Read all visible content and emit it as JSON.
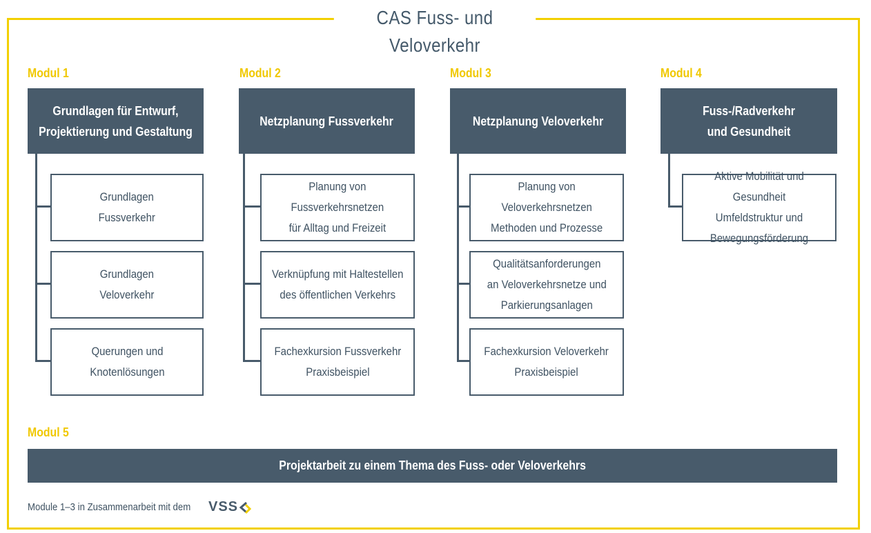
{
  "title": "CAS Fuss- und Veloverkehr",
  "modules": [
    {
      "label": "Modul 1",
      "header": "Grundlagen für Entwurf,\nProjektierung und Gestaltung",
      "items": [
        "Grundlagen\nFussverkehr",
        "Grundlagen\nVeloverkehr",
        "Querungen und\nKnotenlösungen"
      ]
    },
    {
      "label": "Modul 2",
      "header": "Netzplanung Fussverkehr",
      "items": [
        "Planung von\nFussverkehrsnetzen\nfür Alltag und Freizeit",
        "Verknüpfung mit Haltestellen\ndes öffentlichen Verkehrs",
        "Fachexkursion Fussverkehr\nPraxisbeispiel"
      ]
    },
    {
      "label": "Modul 3",
      "header": "Netzplanung Veloverkehr",
      "items": [
        "Planung von\nVeloverkehrsnetzen\nMethoden und Prozesse",
        "Qualitätsanforderungen\nan Veloverkehrsnetze und\nParkierungsanlagen",
        "Fachexkursion Veloverkehr\nPraxisbeispiel"
      ]
    },
    {
      "label": "Modul 4",
      "header": "Fuss-/Radverkehr\nund Gesundheit",
      "items": [
        "Aktive Mobilität und Gesundheit\nUmfeldstruktur und\nBewegungsförderung"
      ]
    }
  ],
  "modul5": {
    "label": "Modul 5",
    "text": "Projektarbeit zu einem Thema des Fuss- oder Veloverkehrs"
  },
  "note": "Module 1–3 in Zusammenarbeit mit dem",
  "logo_text": "VSS",
  "colors": {
    "accent": "#f2d000",
    "dark": "#485b6b"
  }
}
